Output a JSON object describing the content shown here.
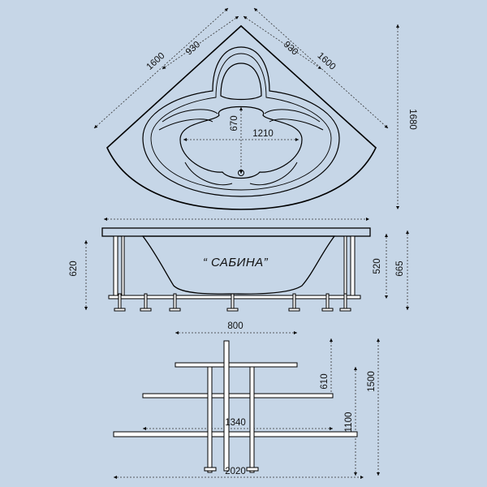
{
  "colors": {
    "background": "#c6d6e7",
    "outline": "#000000",
    "fill": "#ffffff"
  },
  "model_name": "“ САБИНА”",
  "top_view": {
    "dims": {
      "side_left": "1600",
      "side_left_inner": "930",
      "side_right_inner": "930",
      "side_right": "1600",
      "height": "1680",
      "bowl_depth": "670",
      "bowl_width": "1210"
    }
  },
  "side_view": {
    "dims": {
      "total_height": "620",
      "rim_height": "520",
      "frame_height": "665"
    }
  },
  "frame_view": {
    "dims": {
      "top_width": "800",
      "mid_width": "1340",
      "bottom_width": "2020",
      "inner_height": "610",
      "mid_height": "1100",
      "total_height": "1500"
    }
  }
}
